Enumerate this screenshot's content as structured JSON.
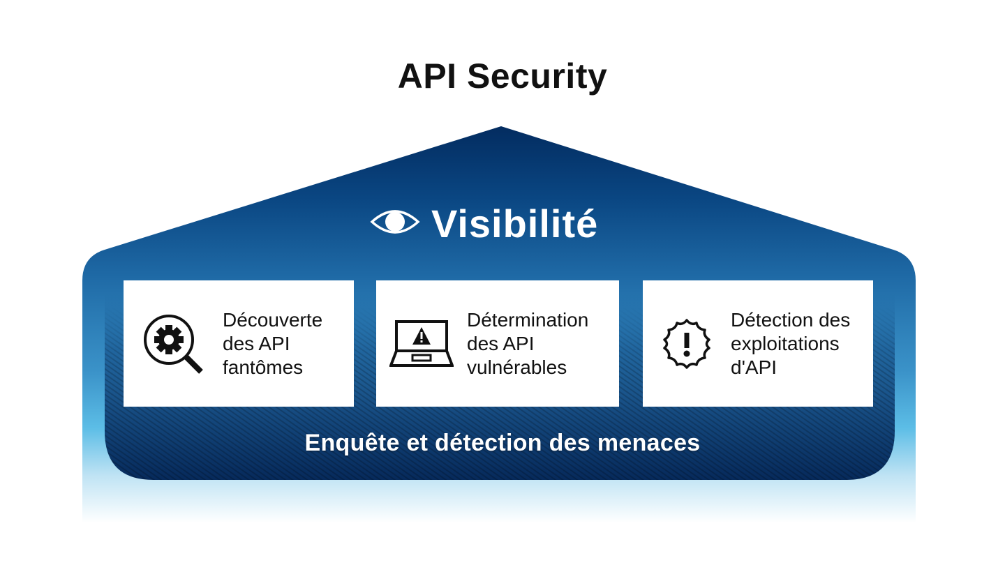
{
  "title": "API Security",
  "pillar": {
    "label": "Visibilité",
    "icon": "eye-icon"
  },
  "cards": [
    {
      "icon": "magnifier-gear-icon",
      "text": "Découverte\ndes API\nfantômes"
    },
    {
      "icon": "laptop-warning-icon",
      "text": "Détermination\ndes API\nvulnérables"
    },
    {
      "icon": "badge-alert-icon",
      "text": "Détection des\nexploitations\nd'API"
    }
  ],
  "foundation": {
    "label": "Enquête et détection des menaces"
  },
  "colors": {
    "roof_top": "#032c60",
    "roof_mid": "#1e64a0",
    "wall_light": "#5bbde6",
    "base_dark": "#0a3566",
    "text_dark": "#111111",
    "text_light": "#ffffff"
  }
}
